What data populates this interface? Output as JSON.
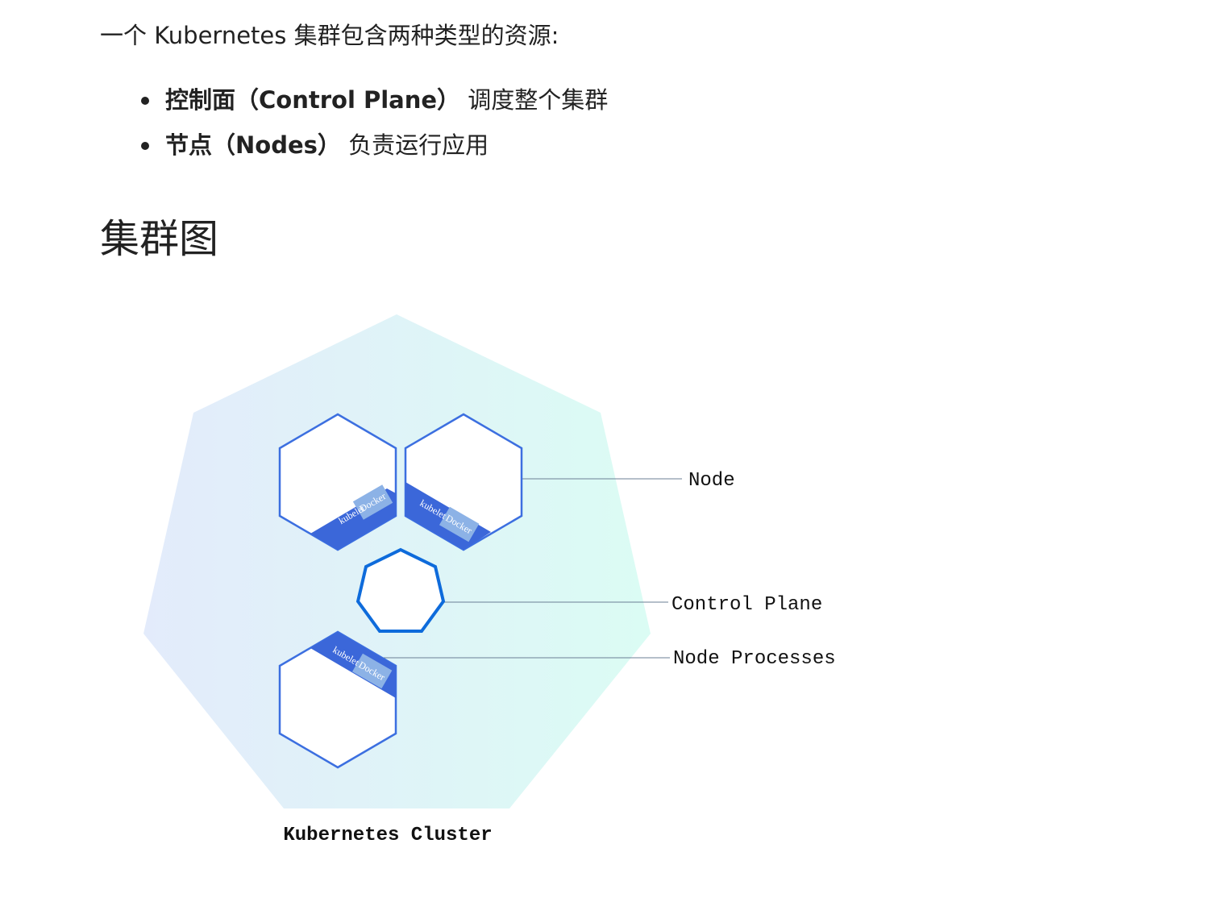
{
  "intro": "一个 Kubernetes 集群包含两种类型的资源:",
  "bullets": [
    {
      "term": "控制面（Control Plane）",
      "desc": "调度整个集群"
    },
    {
      "term": "节点（Nodes）",
      "desc": "负责运行应用"
    }
  ],
  "section_heading": "集群图",
  "diagram": {
    "labels": {
      "node": "Node",
      "control_plane": "Control Plane",
      "node_processes": "Node Processes",
      "cluster": "Kubernetes Cluster"
    },
    "badge": {
      "kubelet": "kubelet",
      "docker": "Docker"
    },
    "colors": {
      "cluster_left": "#e3ebfb",
      "cluster_right": "#dbfcf4",
      "node_stroke": "#3c6fe0",
      "control_plane_stroke": "#0e6bdb",
      "badge_dark": "#3b67d9",
      "badge_light": "#8cb2e6",
      "leader_line": "#6b7f95"
    }
  }
}
